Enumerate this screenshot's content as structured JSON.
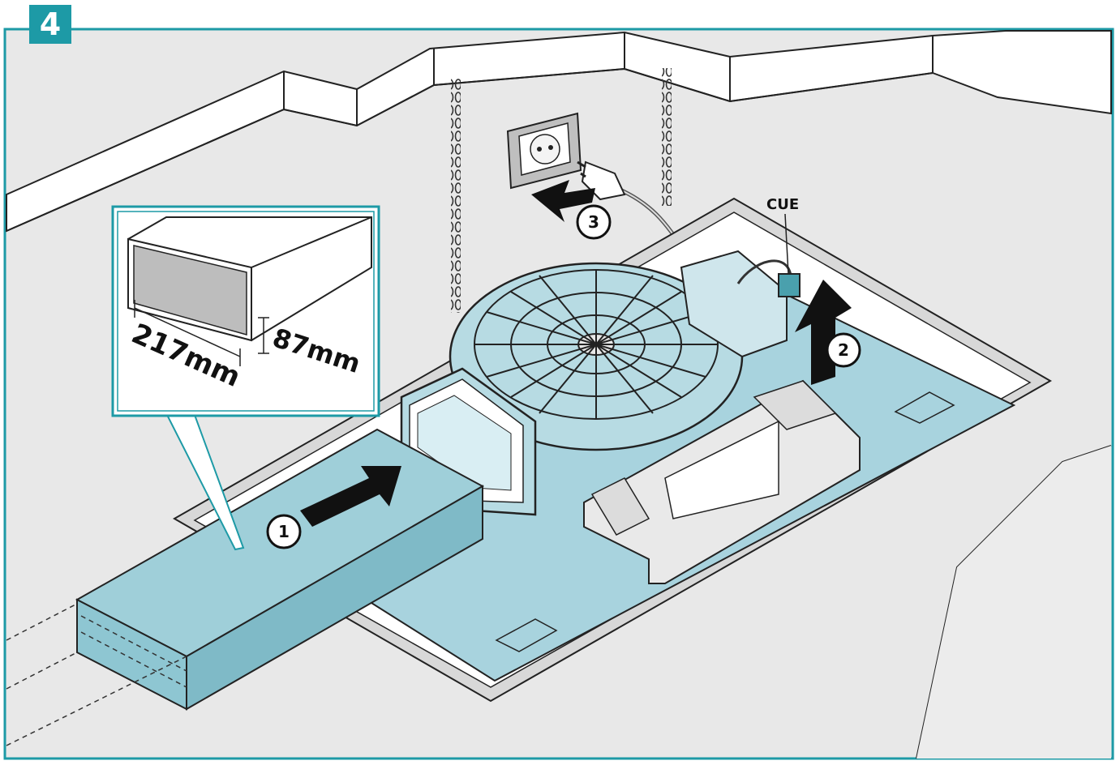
{
  "step": {
    "number": "4"
  },
  "duct_inset": {
    "width_label": "217mm",
    "height_label": "87mm"
  },
  "callouts": {
    "one": "1",
    "two": "2",
    "three": "3"
  },
  "labels": {
    "connector": "CUE"
  },
  "colors": {
    "accent": "#1d9aa6",
    "blue_fill": "#a8d3de",
    "ceiling": "#e6e6e6",
    "outline": "#222222"
  }
}
